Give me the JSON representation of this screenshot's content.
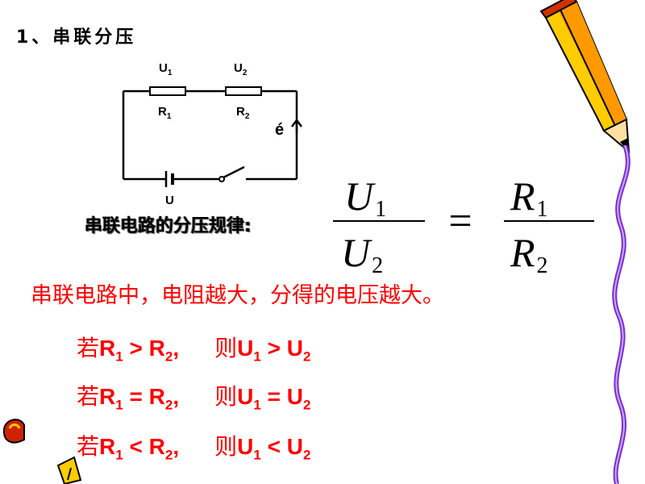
{
  "heading": "1、串联分压",
  "circuit": {
    "u1": {
      "base": "U",
      "sub": "1"
    },
    "u2": {
      "base": "U",
      "sub": "2"
    },
    "r1": {
      "base": "R",
      "sub": "1"
    },
    "r2": {
      "base": "R",
      "sub": "2"
    },
    "source_label": "U",
    "current_label": "é"
  },
  "law": {
    "label": "串联电路的分压规律:",
    "lhs_num": "U",
    "lhs_num_sub": "1",
    "lhs_den": "U",
    "lhs_den_sub": "2",
    "equals": "=",
    "rhs_num": "R",
    "rhs_num_sub": "1",
    "rhs_den": "R",
    "rhs_den_sub": "2"
  },
  "conclusion": "串联电路中，电阻越大，分得的电压越大。",
  "relations": [
    {
      "if_word": "若",
      "left": "R",
      "left_sub": "1",
      "op": ">",
      "right": "R",
      "right_sub": "2",
      "comma": ",",
      "then_word": "则",
      "res_left": "U",
      "res_left_sub": "1",
      "res_op": ">",
      "res_right": "U",
      "res_right_sub": "2"
    },
    {
      "if_word": "若",
      "left": "R",
      "left_sub": "1",
      "op": "=",
      "right": "R",
      "right_sub": "2",
      "comma": ",",
      "then_word": "则",
      "res_left": "U",
      "res_left_sub": "1",
      "res_op": "=",
      "res_right": "U",
      "res_right_sub": "2"
    },
    {
      "if_word": "若",
      "left": "R",
      "left_sub": "1",
      "op": "<",
      "right": "R",
      "right_sub": "2",
      "comma": ",",
      "then_word": "则",
      "res_left": "U",
      "res_left_sub": "1",
      "res_op": "<",
      "res_right": "U",
      "res_right_sub": "2"
    }
  ],
  "colors": {
    "accent_red": "#ff0000",
    "pencil_yellow": "#ffcc00",
    "pencil_orange": "#ff9900",
    "ribbon_purple": "#7b2fd0"
  },
  "icons": [
    "pencil-icon",
    "decorative-ribbon",
    "corner-decoration"
  ]
}
